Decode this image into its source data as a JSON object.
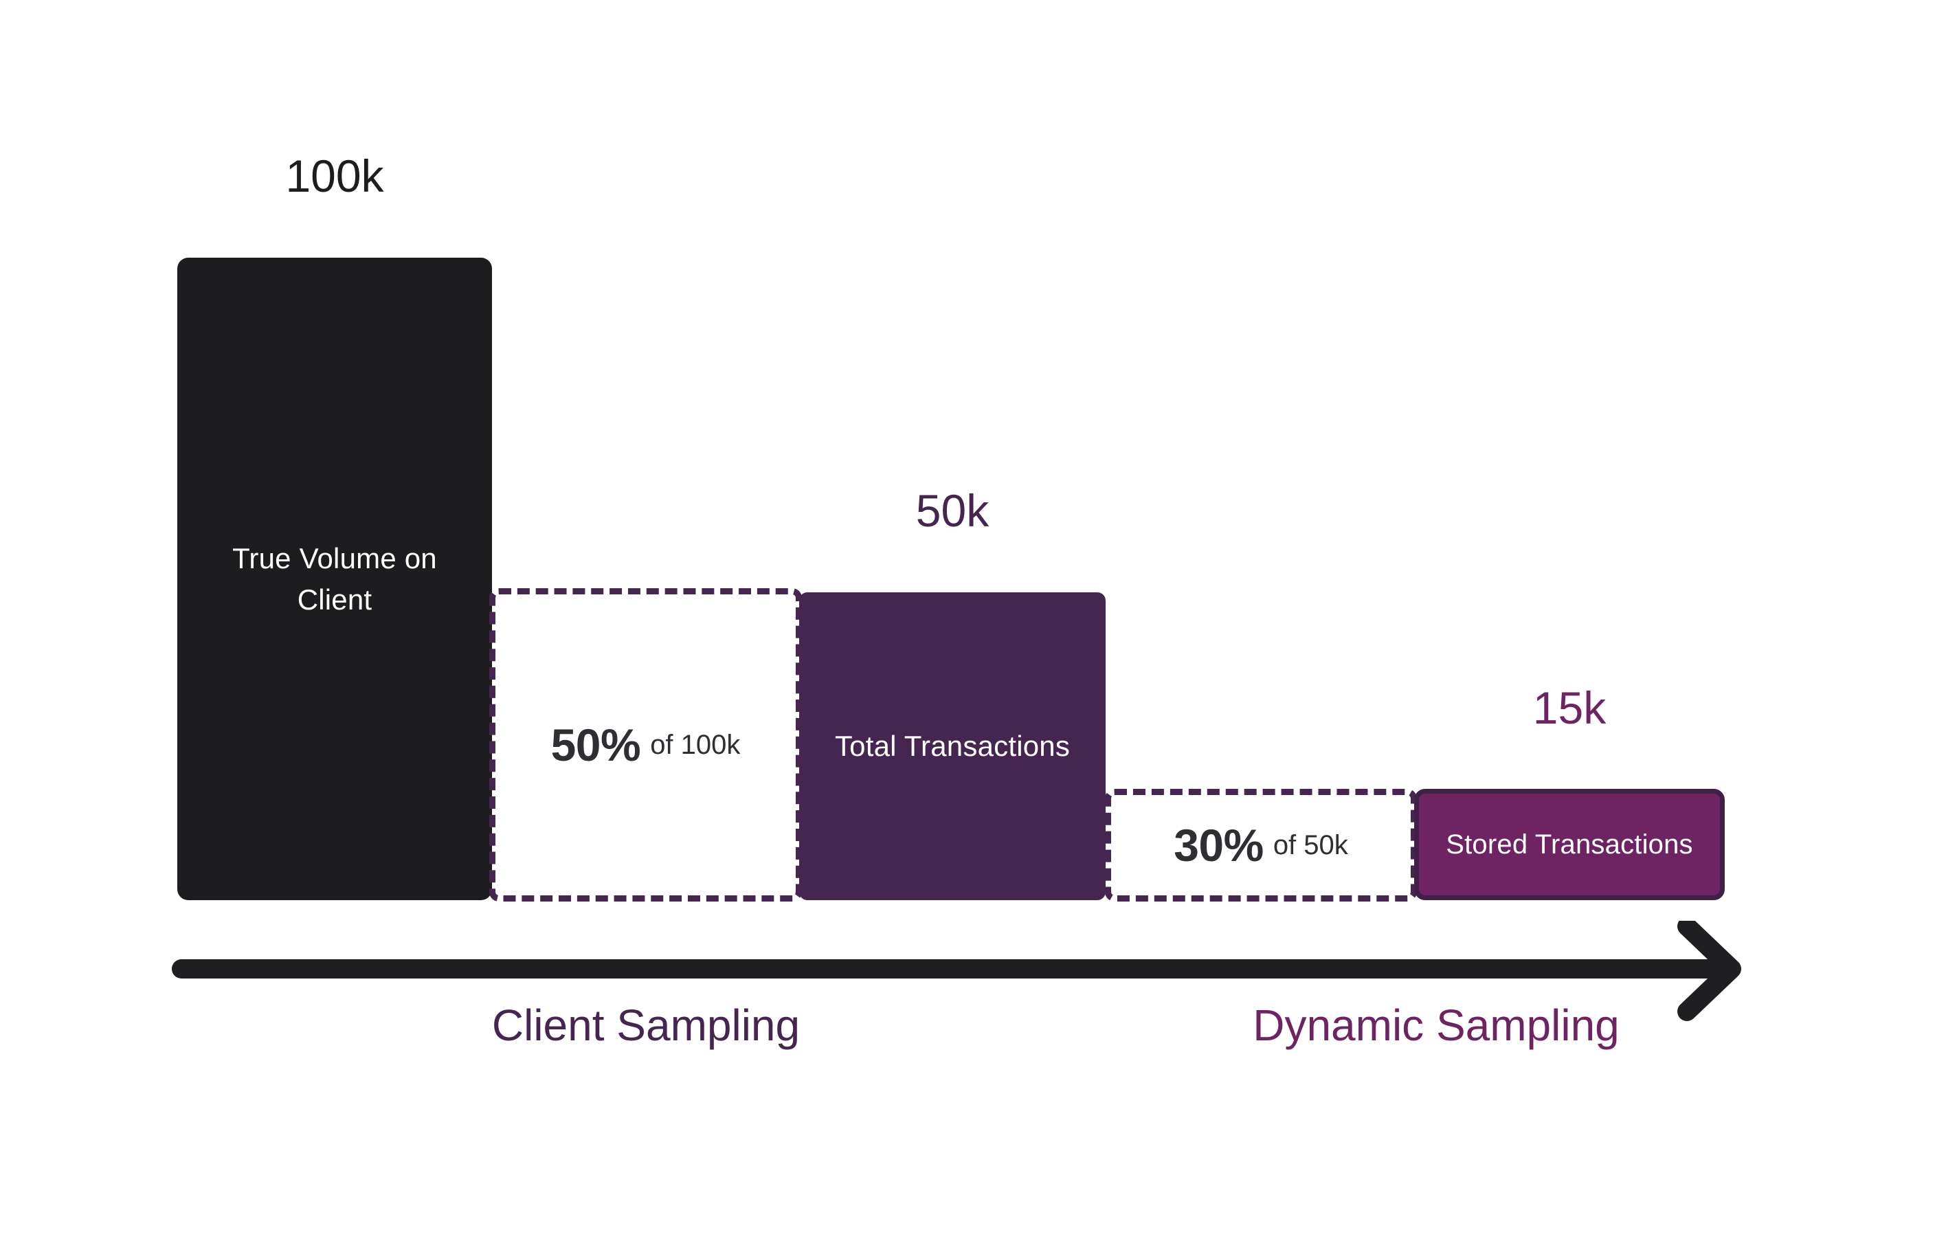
{
  "chart_data": {
    "type": "bar",
    "title": "",
    "subtitle": "",
    "xlabel": "",
    "ylabel": "",
    "grid": false,
    "legend": "none",
    "description": "Waterfall-style funnel showing transaction volume reduction through client sampling then dynamic sampling",
    "categories": [
      "True Volume on Client",
      "Total Transactions",
      "Stored Transactions"
    ],
    "values": [
      100000,
      50000,
      15000
    ],
    "value_labels": [
      "100k",
      "50k",
      "15k"
    ],
    "reductions": [
      {
        "percent_label": "50%",
        "of_label": "of 100k",
        "percent": 50,
        "base": 100000,
        "result": 50000
      },
      {
        "percent_label": "30%",
        "of_label": "of 50k",
        "percent": 30,
        "base": 50000,
        "result": 15000
      }
    ],
    "phases": [
      "Client Sampling",
      "Dynamic Sampling"
    ],
    "colors": {
      "bar_true_volume": "#1D1D1F",
      "bar_total_transactions": "#452650",
      "bar_stored_transactions": "#6E2463",
      "bar_stored_border": "#3F2147",
      "dashed_stroke": "#452650",
      "caption_dark": "#1D1D1F",
      "caption_purple": "#452650",
      "caption_magenta": "#6E2463",
      "arrow": "#1F1F21",
      "background": "#FFFFFF"
    }
  },
  "bars": {
    "true_volume": {
      "caption": "100k",
      "label": "True Volume on Client"
    },
    "total_transactions": {
      "caption": "50k",
      "label": "Total Transactions"
    },
    "stored_transactions": {
      "caption": "15k",
      "label": "Stored Transactions"
    }
  },
  "reduction_boxes": {
    "client": {
      "percent": "50%",
      "of": "of 100k"
    },
    "dynamic": {
      "percent": "30%",
      "of": "of 50k"
    }
  },
  "phase_labels": {
    "client": "Client Sampling",
    "dynamic": "Dynamic Sampling"
  },
  "icons": {
    "arrow": "right-arrow-icon"
  }
}
